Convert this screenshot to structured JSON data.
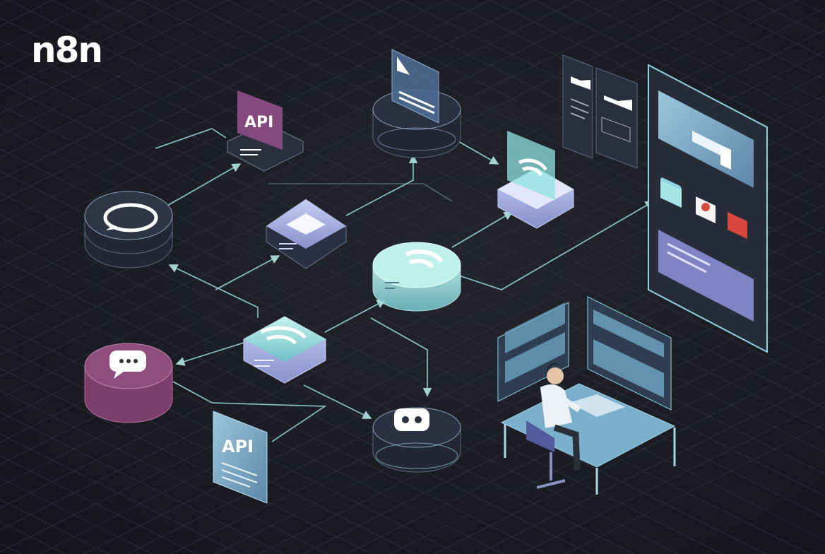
{
  "logo": {
    "text": "n8n"
  },
  "nodes": {
    "api_top_label": "API",
    "api_bottom_label": "API"
  },
  "colors": {
    "background": "#1a1b22",
    "connector": "#9ee6e6",
    "node_dark": "#2b3140",
    "node_cyan": "#8fe3e0",
    "node_lavender": "#a9b3e8",
    "node_purple": "#8a4a78",
    "panel_blue": "#7fb3cc"
  }
}
